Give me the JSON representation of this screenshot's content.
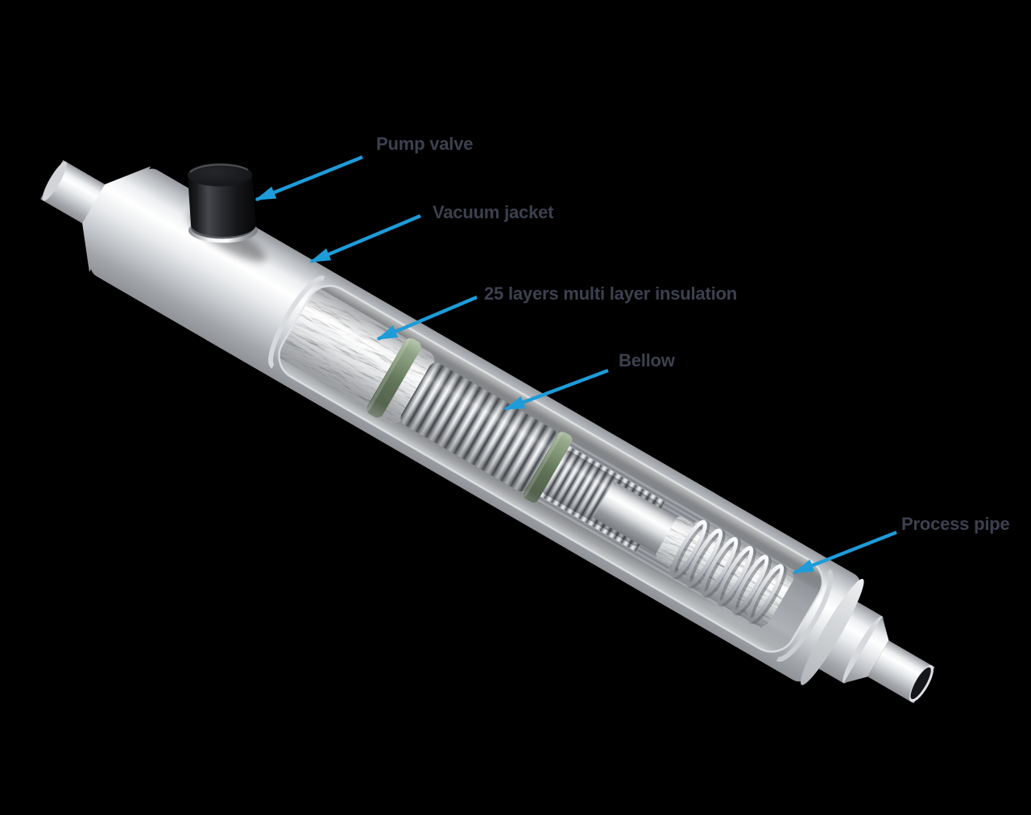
{
  "colors": {
    "background": "#000000",
    "accent_arrow": "#1d9cd9",
    "label_text": "#3b414e",
    "spacer_green": "#64775a",
    "metal_silver": "#e9ebed",
    "valve_black": "#111214"
  },
  "labels": {
    "pump_valve": "Pump valve",
    "vacuum_jacket": "Vacuum jacket",
    "mli": "25 layers multi layer insulation",
    "bellow": "Bellow",
    "process_pipe": "Process pipe"
  }
}
